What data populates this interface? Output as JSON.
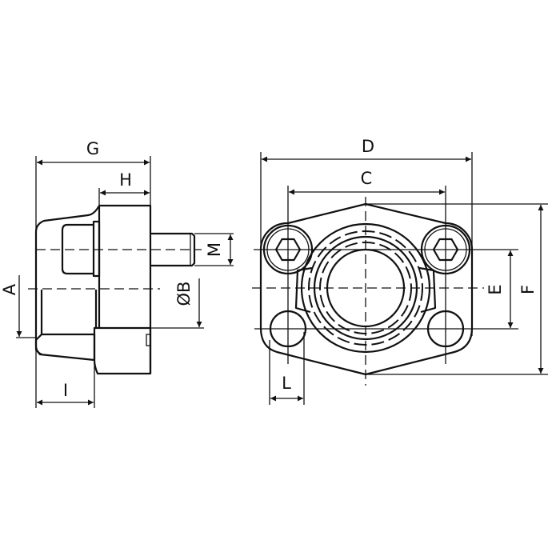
{
  "drawing": {
    "side_view": {
      "labels": {
        "G": "G",
        "H": "H",
        "M": "M",
        "A": "A",
        "B": "ØB",
        "I": "I"
      }
    },
    "front_view": {
      "labels": {
        "D": "D",
        "C": "C",
        "E": "E",
        "F": "F",
        "L": "L"
      }
    },
    "colors": {
      "line": "#111111",
      "background": "#ffffff"
    }
  }
}
